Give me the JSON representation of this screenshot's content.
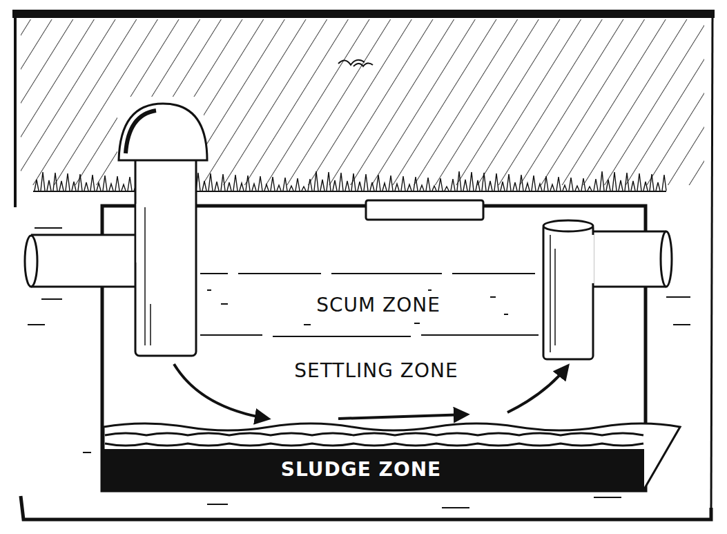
{
  "diagram": {
    "nodes": [
      {
        "text": [
          "SCUM ZONE"
        ]
      },
      {
        "text": [
          "SETTLING ZONE"
        ]
      },
      {
        "text": [
          "SLUDGE ZONE"
        ]
      }
    ]
  }
}
